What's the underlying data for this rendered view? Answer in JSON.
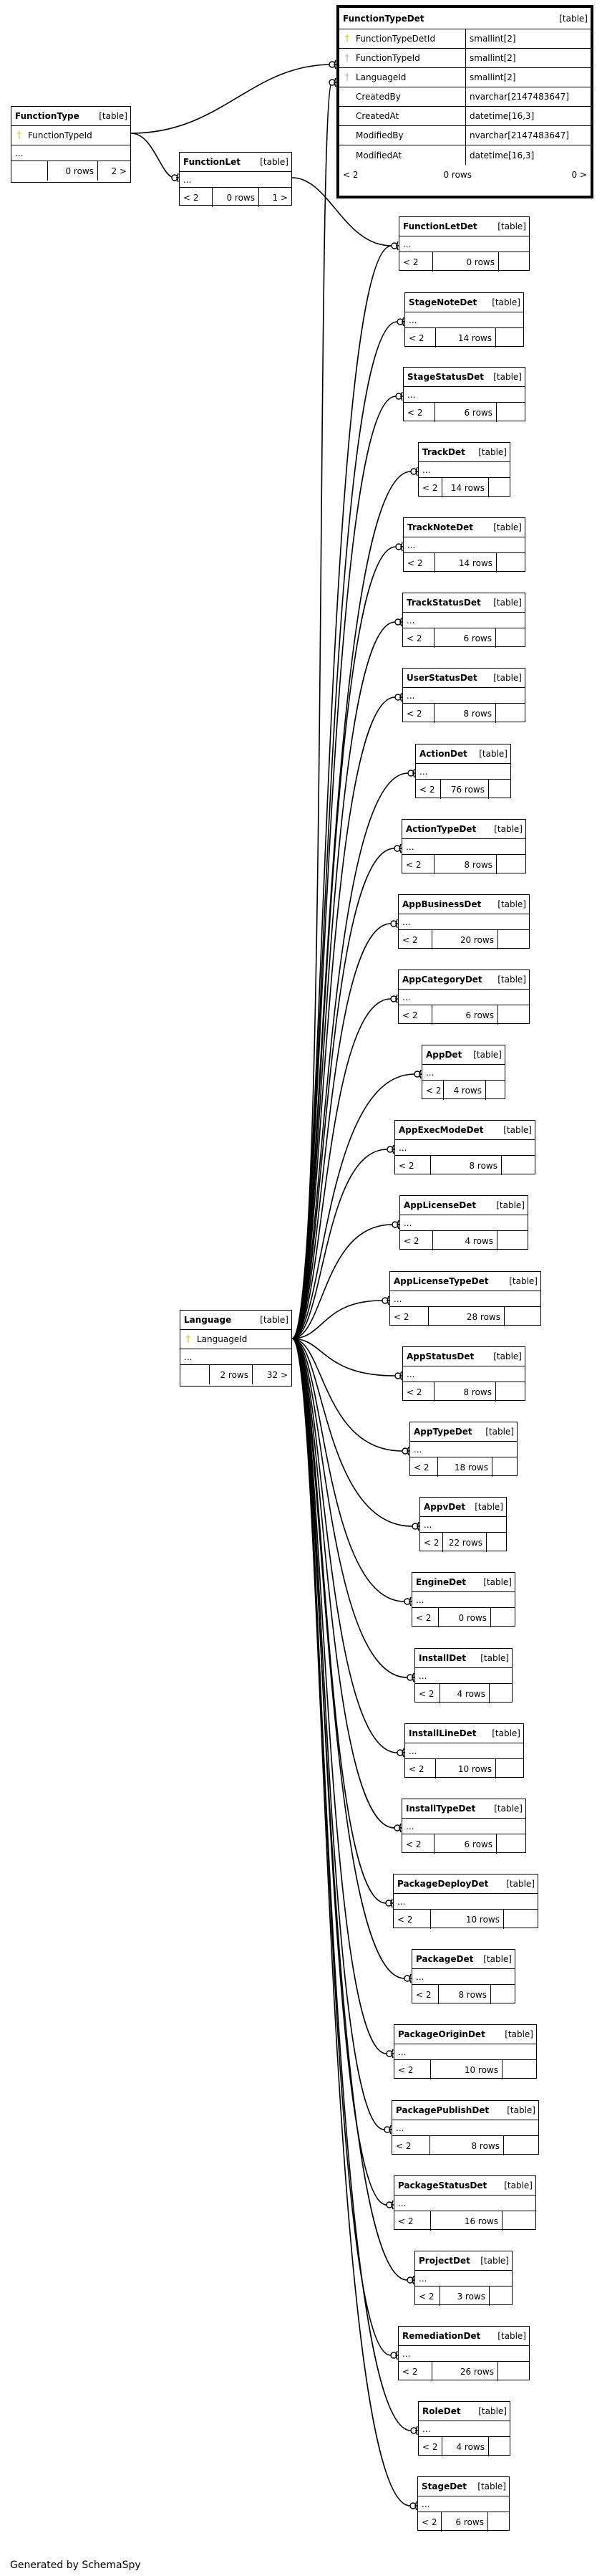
{
  "generated_by": "Generated by SchemaSpy",
  "focus_table": {
    "name": "FunctionTypeDet",
    "kind": "[table]",
    "columns": [
      {
        "name": "FunctionTypeDetId",
        "type": "smallint[2]",
        "key": "primary"
      },
      {
        "name": "FunctionTypeId",
        "type": "smallint[2]",
        "key": "foreign"
      },
      {
        "name": "LanguageId",
        "type": "smallint[2]",
        "key": "foreign"
      },
      {
        "name": "CreatedBy",
        "type": "nvarchar[2147483647]",
        "key": ""
      },
      {
        "name": "CreatedAt",
        "type": "datetime[16,3]",
        "key": ""
      },
      {
        "name": "ModifiedBy",
        "type": "nvarchar[2147483647]",
        "key": ""
      },
      {
        "name": "ModifiedAt",
        "type": "datetime[16,3]",
        "key": ""
      }
    ],
    "footer": {
      "parents": "< 2",
      "rows": "0 rows",
      "children": "0 >"
    }
  },
  "function_type": {
    "name": "FunctionType",
    "kind": "[table]",
    "pk": "FunctionTypeId",
    "ellipsis": "...",
    "rows": "0 rows",
    "children": "2 >"
  },
  "function_let": {
    "name": "FunctionLet",
    "kind": "[table]",
    "ellipsis": "...",
    "parents": "< 2",
    "rows": "0 rows",
    "children": "1 >"
  },
  "language": {
    "name": "Language",
    "kind": "[table]",
    "pk": "LanguageId",
    "ellipsis": "...",
    "rows": "2 rows",
    "children": "32 >"
  },
  "child_tables": [
    {
      "name": "FunctionLetDet",
      "kind": "[table]",
      "ellipsis": "...",
      "parents": "< 2",
      "rows": "0 rows"
    },
    {
      "name": "StageNoteDet",
      "kind": "[table]",
      "ellipsis": "...",
      "parents": "< 2",
      "rows": "14 rows"
    },
    {
      "name": "StageStatusDet",
      "kind": "[table]",
      "ellipsis": "...",
      "parents": "< 2",
      "rows": "6 rows"
    },
    {
      "name": "TrackDet",
      "kind": "[table]",
      "ellipsis": "...",
      "parents": "< 2",
      "rows": "14 rows"
    },
    {
      "name": "TrackNoteDet",
      "kind": "[table]",
      "ellipsis": "...",
      "parents": "< 2",
      "rows": "14 rows"
    },
    {
      "name": "TrackStatusDet",
      "kind": "[table]",
      "ellipsis": "...",
      "parents": "< 2",
      "rows": "6 rows"
    },
    {
      "name": "UserStatusDet",
      "kind": "[table]",
      "ellipsis": "...",
      "parents": "< 2",
      "rows": "8 rows"
    },
    {
      "name": "ActionDet",
      "kind": "[table]",
      "ellipsis": "...",
      "parents": "< 2",
      "rows": "76 rows"
    },
    {
      "name": "ActionTypeDet",
      "kind": "[table]",
      "ellipsis": "...",
      "parents": "< 2",
      "rows": "8 rows"
    },
    {
      "name": "AppBusinessDet",
      "kind": "[table]",
      "ellipsis": "...",
      "parents": "< 2",
      "rows": "20 rows"
    },
    {
      "name": "AppCategoryDet",
      "kind": "[table]",
      "ellipsis": "...",
      "parents": "< 2",
      "rows": "6 rows"
    },
    {
      "name": "AppDet",
      "kind": "[table]",
      "ellipsis": "...",
      "parents": "< 2",
      "rows": "4 rows"
    },
    {
      "name": "AppExecModeDet",
      "kind": "[table]",
      "ellipsis": "...",
      "parents": "< 2",
      "rows": "8 rows"
    },
    {
      "name": "AppLicenseDet",
      "kind": "[table]",
      "ellipsis": "...",
      "parents": "< 2",
      "rows": "4 rows"
    },
    {
      "name": "AppLicenseTypeDet",
      "kind": "[table]",
      "ellipsis": "...",
      "parents": "< 2",
      "rows": "28 rows"
    },
    {
      "name": "AppStatusDet",
      "kind": "[table]",
      "ellipsis": "...",
      "parents": "< 2",
      "rows": "8 rows"
    },
    {
      "name": "AppTypeDet",
      "kind": "[table]",
      "ellipsis": "...",
      "parents": "< 2",
      "rows": "18 rows"
    },
    {
      "name": "AppvDet",
      "kind": "[table]",
      "ellipsis": "...",
      "parents": "< 2",
      "rows": "22 rows"
    },
    {
      "name": "EngineDet",
      "kind": "[table]",
      "ellipsis": "...",
      "parents": "< 2",
      "rows": "0 rows"
    },
    {
      "name": "InstallDet",
      "kind": "[table]",
      "ellipsis": "...",
      "parents": "< 2",
      "rows": "4 rows"
    },
    {
      "name": "InstallLineDet",
      "kind": "[table]",
      "ellipsis": "...",
      "parents": "< 2",
      "rows": "10 rows"
    },
    {
      "name": "InstallTypeDet",
      "kind": "[table]",
      "ellipsis": "...",
      "parents": "< 2",
      "rows": "6 rows"
    },
    {
      "name": "PackageDeployDet",
      "kind": "[table]",
      "ellipsis": "...",
      "parents": "< 2",
      "rows": "10 rows"
    },
    {
      "name": "PackageDet",
      "kind": "[table]",
      "ellipsis": "...",
      "parents": "< 2",
      "rows": "8 rows"
    },
    {
      "name": "PackageOriginDet",
      "kind": "[table]",
      "ellipsis": "...",
      "parents": "< 2",
      "rows": "10 rows"
    },
    {
      "name": "PackagePublishDet",
      "kind": "[table]",
      "ellipsis": "...",
      "parents": "< 2",
      "rows": "8 rows"
    },
    {
      "name": "PackageStatusDet",
      "kind": "[table]",
      "ellipsis": "...",
      "parents": "< 2",
      "rows": "16 rows"
    },
    {
      "name": "ProjectDet",
      "kind": "[table]",
      "ellipsis": "...",
      "parents": "< 2",
      "rows": "3 rows"
    },
    {
      "name": "RemediationDet",
      "kind": "[table]",
      "ellipsis": "...",
      "parents": "< 2",
      "rows": "26 rows"
    },
    {
      "name": "RoleDet",
      "kind": "[table]",
      "ellipsis": "...",
      "parents": "< 2",
      "rows": "4 rows"
    },
    {
      "name": "StageDet",
      "kind": "[table]",
      "ellipsis": "...",
      "parents": "< 2",
      "rows": "6 rows"
    }
  ]
}
